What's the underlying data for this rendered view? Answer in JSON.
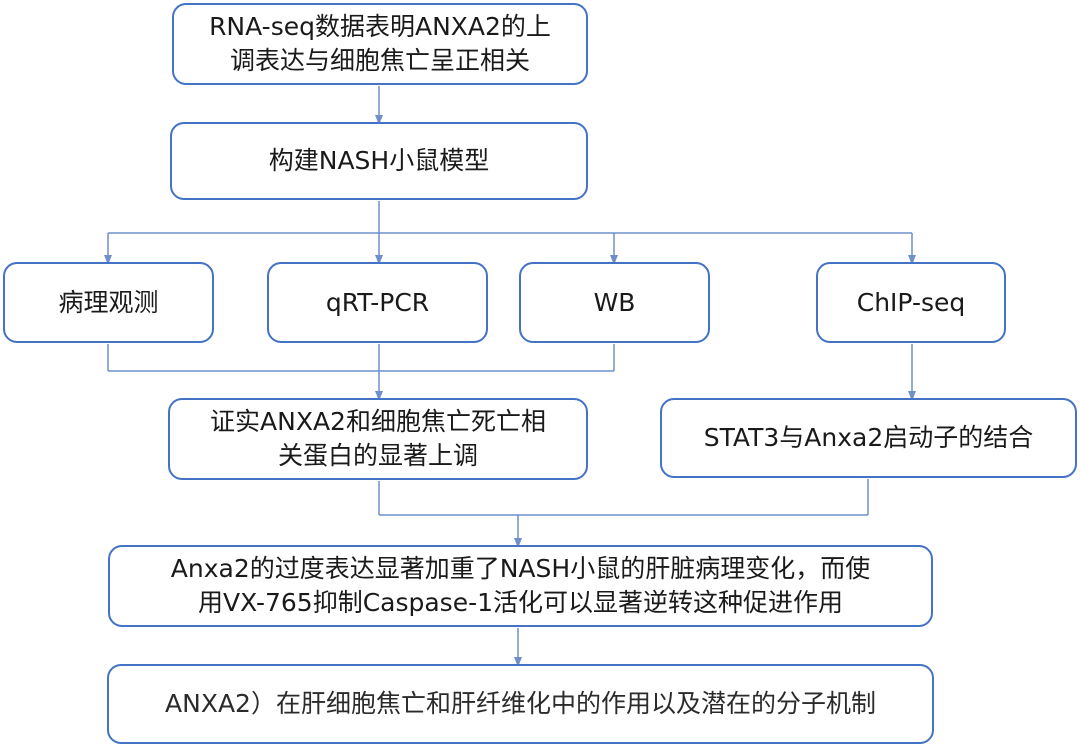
{
  "colors": {
    "border": "#4472c4",
    "connector": "#6f8fcb",
    "text": "#1a1a1a"
  },
  "nodes": {
    "top": {
      "line1": "RNA-seq数据表明ANXA2的上",
      "line2": "调表达与细胞焦亡呈正相关"
    },
    "model": {
      "text": "构建NASH小鼠模型"
    },
    "pathology": {
      "text": "病理观测"
    },
    "qpcr": {
      "text": "qRT-PCR"
    },
    "wb": {
      "text": "WB"
    },
    "chip": {
      "text": "ChIP-seq"
    },
    "confirm": {
      "line1": "证实ANXA2和细胞焦亡死亡相",
      "line2": "关蛋白的显著上调"
    },
    "stat3": {
      "text": "STAT3与Anxa2启动子的结合"
    },
    "anxa2": {
      "line1": "Anxa2的过度表达显著加重了NASH小鼠的肝脏病理变化，而使",
      "line2": "用VX-765抑制Caspase-1活化可以显著逆转这种促进作用"
    },
    "final": {
      "text": "ANXA2）在肝细胞焦亡和肝纤维化中的作用以及潜在的分子机制"
    }
  }
}
